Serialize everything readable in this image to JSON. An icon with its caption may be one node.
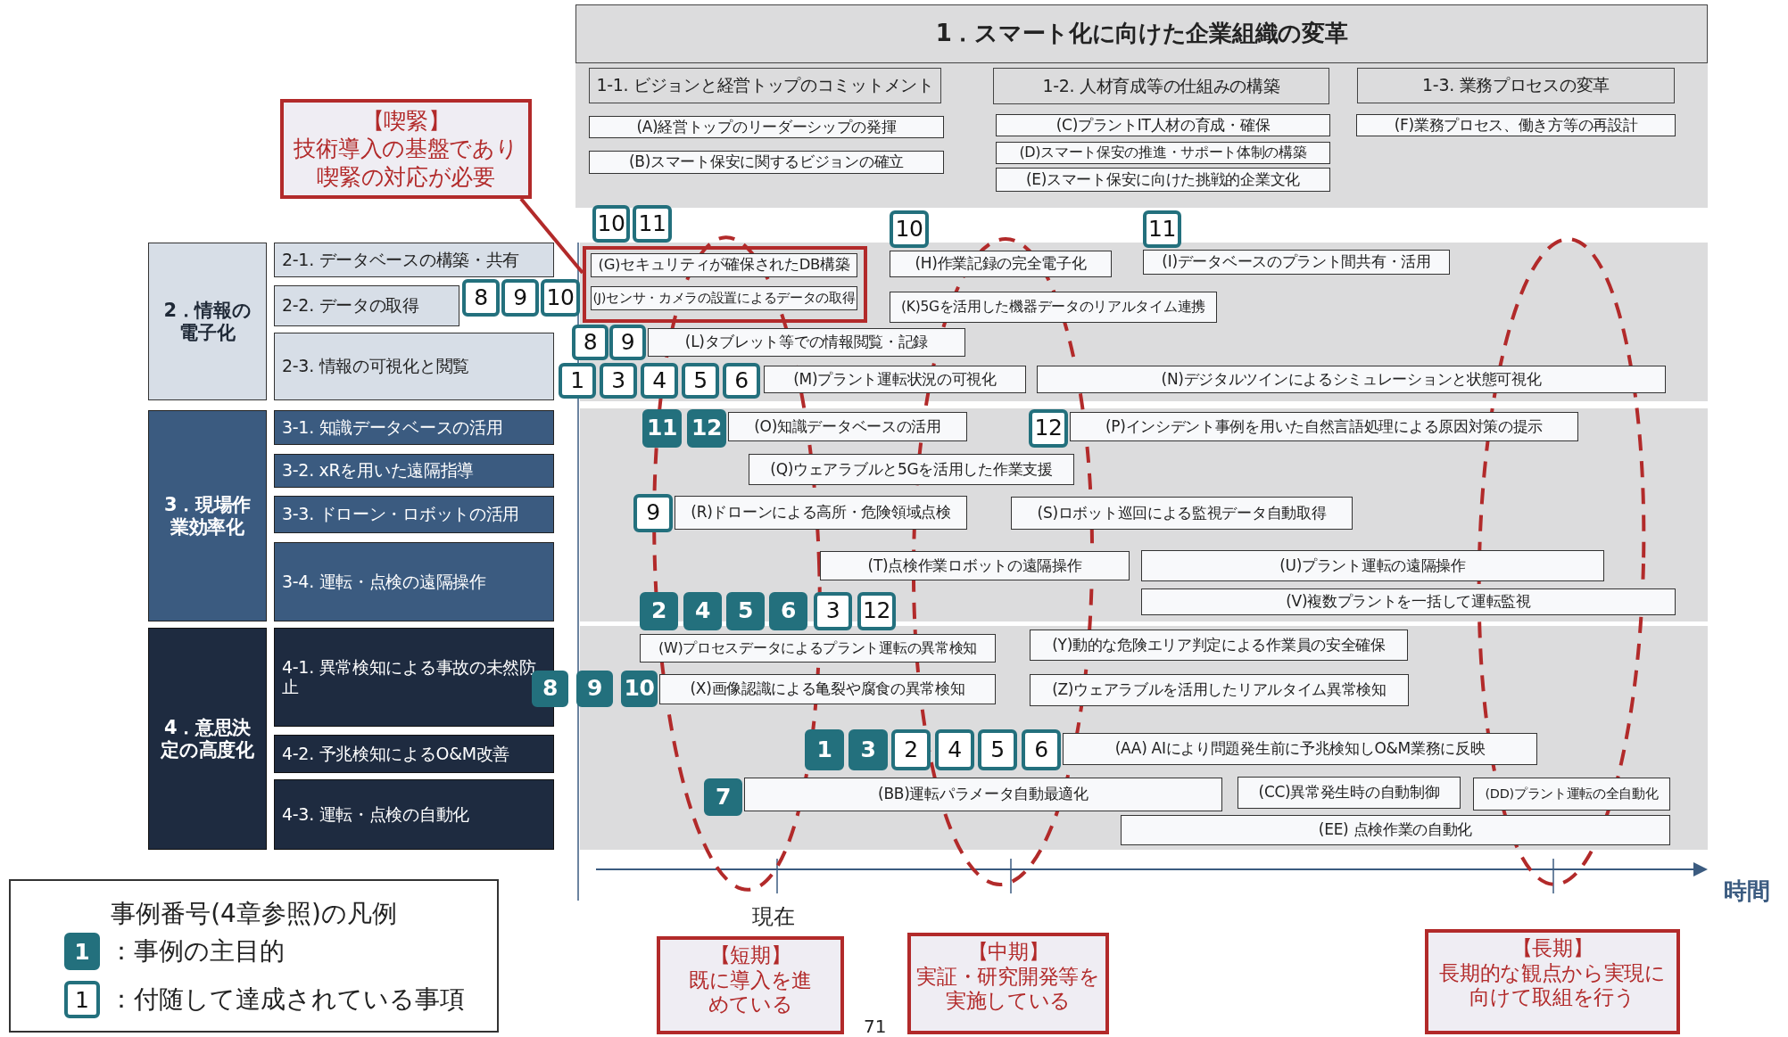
{
  "diagram": {
    "nodes": [
      {
        "text": [
          "1．スマート化に向けた企業組織の変革"
        ]
      },
      {
        "text": [
          "1-1. ビジョンと経営トップのコミットメント"
        ],
        "in": 0
      },
      {
        "text": [
          "1-2. 人材育成等の仕組みの構築"
        ],
        "in": 0
      },
      {
        "text": [
          "1-3. 業務プロセスの変革"
        ],
        "in": 0
      },
      {
        "text": [
          "(A)経営トップのリーダーシップの発揮"
        ],
        "in": 0
      },
      {
        "text": [
          "(C)プラントIT人材の育成・確保"
        ],
        "in": 0
      },
      {
        "text": [
          "(F)業務プロセス、働き方等の再設計"
        ],
        "in": 0
      },
      {
        "text": [
          "(B)スマート保安に関するビジョンの確立"
        ],
        "in": 0
      },
      {
        "text": [
          "(D)スマート保安の推進・サポート体制の構築"
        ],
        "in": 0
      },
      {
        "text": [
          "(E)スマート保安に向けた挑戦的企業文化"
        ],
        "in": 0
      },
      {
        "text": [
          "【喫緊】",
          "技術導入の基盤であり喫緊の対応が必要"
        ]
      },
      {
        "text": [
          "10"
        ]
      },
      {
        "text": [
          "11"
        ]
      },
      {
        "text": [
          "10"
        ]
      },
      {
        "text": [
          "11"
        ]
      },
      {
        "text": [
          "2．情報の電子化"
        ]
      },
      {
        "text": [
          "2-1. データベースの構築・共有"
        ]
      },
      {
        "text": [],
        "shape": "box"
      },
      {
        "text": [
          "(G)セキュリティが確保されたDB構築"
        ],
        "in": 17
      },
      {
        "text": [
          "(H)作業記録の完全電子化"
        ]
      },
      {
        "text": [
          "(I)データベースのプラント間共有・活用"
        ]
      },
      {
        "text": [
          "2-2. データの取得"
        ]
      },
      {
        "text": [
          "8"
        ]
      },
      {
        "text": [
          "9"
        ]
      },
      {
        "text": [
          "10"
        ]
      },
      {
        "text": [
          "(J)センサ・カメラの設置によるデータの取得"
        ],
        "in": 17
      },
      {
        "text": [
          "(K)5Gを活用した機器データのリアルタイム連携"
        ]
      },
      {
        "text": [
          "2-3. 情報の可視化と閲覧"
        ]
      },
      {
        "text": [
          "8"
        ]
      },
      {
        "text": [
          "9"
        ]
      },
      {
        "text": [
          "(L)タブレット等での情報閲覧・記録"
        ]
      },
      {
        "text": [
          "1"
        ]
      },
      {
        "text": [
          "3"
        ]
      },
      {
        "text": [
          "4"
        ]
      },
      {
        "text": [
          "5"
        ]
      },
      {
        "text": [
          "6"
        ]
      },
      {
        "text": [
          "(M)プラント運転状況の可視化"
        ]
      },
      {
        "text": [
          "(N)デジタルツインによるシミュレーションと状態可視化"
        ]
      },
      {
        "text": [
          "3．現場作業効率化"
        ]
      },
      {
        "text": [
          "3-1. 知識データベースの活用"
        ]
      },
      {
        "text": [
          "11"
        ]
      },
      {
        "text": [
          "12"
        ]
      },
      {
        "text": [
          "(O)知識データベースの活用"
        ]
      },
      {
        "text": [
          "12"
        ]
      },
      {
        "text": [
          "(P)インシデント事例を用いた自然言語処理による原因対策の提示"
        ]
      },
      {
        "text": [
          "3-2. xRを用いた遠隔指導"
        ]
      },
      {
        "text": [
          "(Q)ウェアラブルと5Gを活用した作業支援"
        ]
      },
      {
        "text": [
          "3-3. ドローン・ロボットの活用"
        ]
      },
      {
        "text": [
          "9"
        ]
      },
      {
        "text": [
          "(R)ドローンによる高所・危険領域点検"
        ]
      },
      {
        "text": [
          "(S)ロボット巡回による監視データ自動取得"
        ]
      },
      {
        "text": [
          "3-4. 運転・点検の遠隔操作"
        ]
      },
      {
        "text": [
          "(T)点検作業ロボットの遠隔操作"
        ]
      },
      {
        "text": [
          "(U)プラント運転の遠隔操作"
        ]
      },
      {
        "text": [
          "2"
        ]
      },
      {
        "text": [
          "4"
        ]
      },
      {
        "text": [
          "5"
        ]
      },
      {
        "text": [
          "6"
        ]
      },
      {
        "text": [
          "3"
        ]
      },
      {
        "text": [
          "12"
        ]
      },
      {
        "text": [
          "(V)複数プラントを一括して運転監視"
        ]
      },
      {
        "text": [
          "4．意思決定の高度化"
        ]
      },
      {
        "text": [
          "4-1. 異常検知による事故の未然防止"
        ]
      },
      {
        "text": [
          "(W)プロセスデータによるプラント運転の異常検知"
        ]
      },
      {
        "text": [
          "(Y)動的な危険エリア判定による作業員の安全確保"
        ]
      },
      {
        "text": [
          "8"
        ]
      },
      {
        "text": [
          "9"
        ]
      },
      {
        "text": [
          "10"
        ]
      },
      {
        "text": [
          "(X)画像認識による亀裂や腐食の異常検知"
        ]
      },
      {
        "text": [
          "(Z)ウェアラブルを活用したリアルタイム異常検知"
        ]
      },
      {
        "text": [
          "4-2. 予兆検知によるO&M改善"
        ]
      },
      {
        "text": [
          "1"
        ]
      },
      {
        "text": [
          "3"
        ]
      },
      {
        "text": [
          "2"
        ]
      },
      {
        "text": [
          "4"
        ]
      },
      {
        "text": [
          "5"
        ]
      },
      {
        "text": [
          "6"
        ]
      },
      {
        "text": [
          "(AA) AIにより問題発生前に予兆検知しO&M業務に反映"
        ]
      },
      {
        "text": [
          "4-3. 運転・点検の自動化"
        ]
      },
      {
        "text": [
          "7"
        ]
      },
      {
        "text": [
          "(BB)運転パラメータ自動最適化"
        ]
      },
      {
        "text": [
          "(CC)異常発生時の自動制御"
        ]
      },
      {
        "text": [
          "(DD)プラント運転の全自動化"
        ]
      },
      {
        "text": [
          "(EE) 点検作業の自動化"
        ]
      },
      {
        "text": [
          "【短期】",
          "既に導入を進めている"
        ]
      },
      {
        "text": [
          "【中期】",
          "実証・研究開発等を実施している"
        ]
      },
      {
        "text": [
          "【長期】",
          "長期的な観点から実現に向けて取組を行う"
        ]
      }
    ],
    "edges": [
      {
        "from": 10,
        "to": 17,
        "arrow": "none",
        "color": "#b22a2a"
      }
    ],
    "labels": [
      "時間",
      "事例番号(4章参照)の凡例",
      "現在",
      "1",
      "1",
      "71"
    ],
    "legend": [
      {
        "text": "：事例の主目的"
      },
      {
        "text": "：付随して達成されている事項"
      }
    ]
  }
}
